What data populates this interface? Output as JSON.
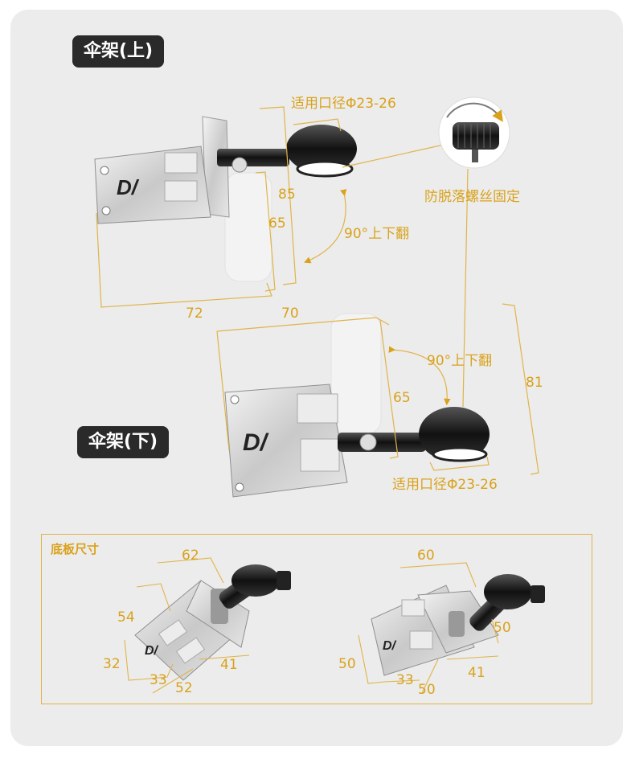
{
  "badges": {
    "upper": "伞架(上)",
    "lower": "伞架(下)"
  },
  "upper": {
    "fit_label": "适用口径Φ23-26",
    "rotate_label": "90°上下翻",
    "dim_85": "85",
    "dim_65": "65",
    "dim_72": "72"
  },
  "knob": {
    "label": "防脱落螺丝固定"
  },
  "lower": {
    "dim_70": "70",
    "rotate_label": "90°上下翻",
    "dim_65": "65",
    "dim_81": "81",
    "fit_label": "适用口径Φ23-26"
  },
  "base": {
    "title": "底板尺寸",
    "left": {
      "d62": "62",
      "d54": "54",
      "d32": "32",
      "d33": "33",
      "d52": "52",
      "d41": "41"
    },
    "right": {
      "d60": "60",
      "d50a": "50",
      "d50b": "50",
      "d33": "33",
      "d50c": "50",
      "d41": "41"
    }
  },
  "colors": {
    "accent": "#d9a21b",
    "badge": "#2a2a2a",
    "panel": "#ececec"
  }
}
